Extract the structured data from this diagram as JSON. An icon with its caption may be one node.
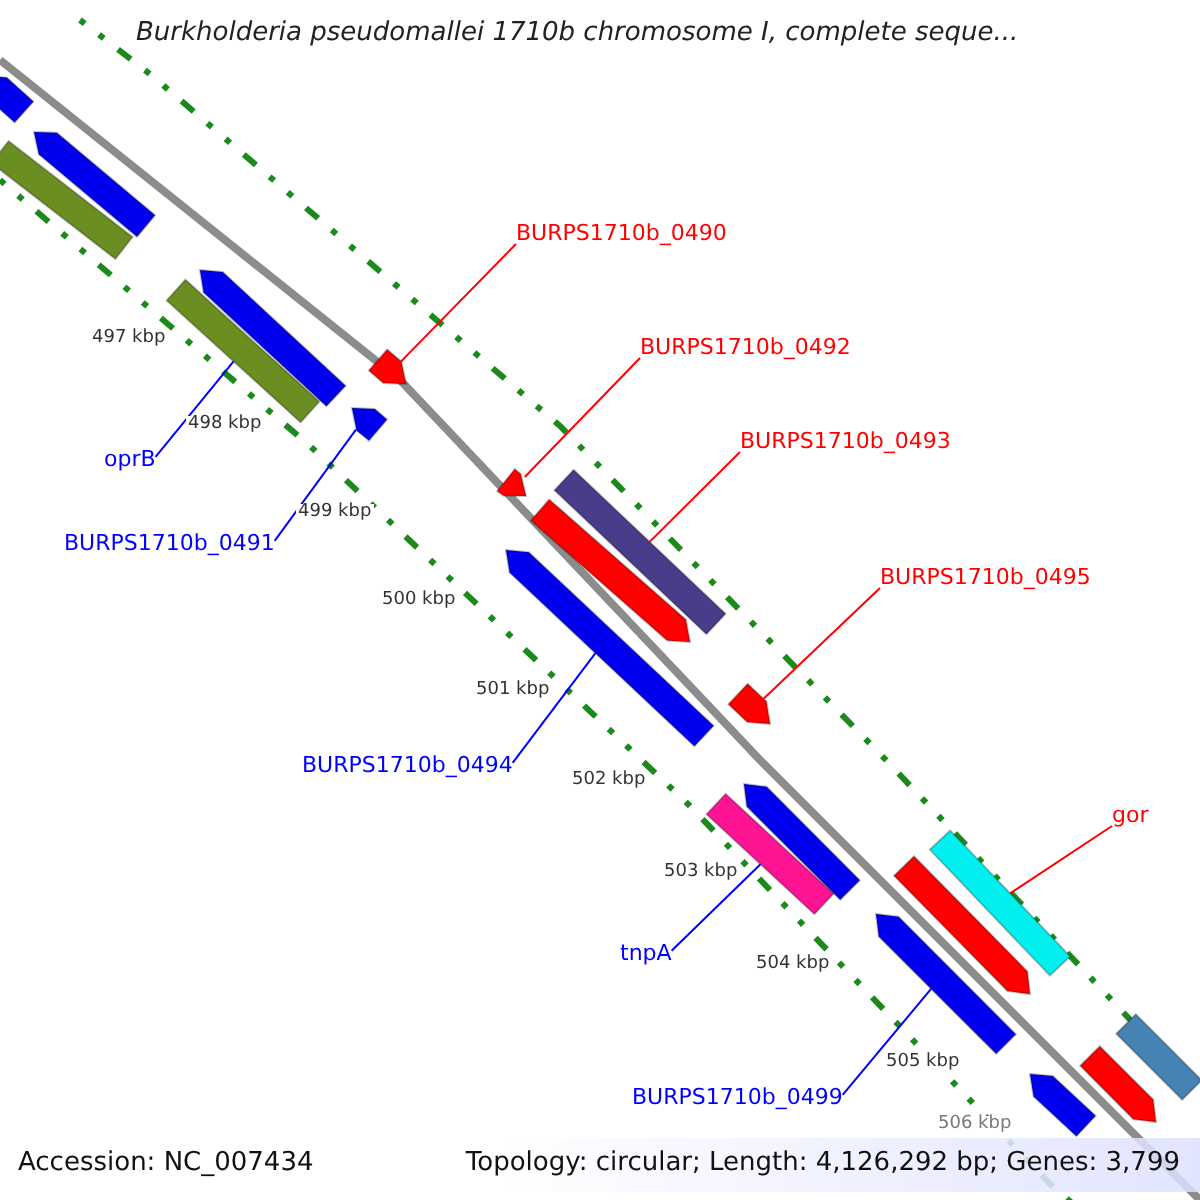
{
  "diagram": {
    "title": "Burkholderia pseudomallei 1710b chromosome I, complete seque...",
    "nodes": [
      {
        "text": [
          "BURPS1710b_0490"
        ]
      },
      {
        "text": [
          "BURPS1710b_0492"
        ]
      },
      {
        "text": [
          "BURPS1710b_0493"
        ]
      },
      {
        "text": [
          "BURPS1710b_0495"
        ]
      },
      {
        "text": [
          "gor"
        ]
      },
      {
        "text": [
          "oprB"
        ]
      },
      {
        "text": [
          "BURPS1710b_0491"
        ]
      },
      {
        "text": [
          "BURPS1710b_0494"
        ]
      },
      {
        "text": [
          "tnpA"
        ]
      },
      {
        "text": [
          "BURPS1710b_0499"
        ]
      },
      {
        "text": [],
        "shape": "arrow"
      },
      {
        "text": [],
        "shape": "arrow"
      },
      {
        "text": [],
        "shape": "bar"
      },
      {
        "text": [],
        "shape": "arrow"
      },
      {
        "text": [],
        "shape": "bar"
      },
      {
        "text": [],
        "shape": "bar"
      },
      {
        "text": [],
        "shape": "arrow"
      },
      {
        "text": [],
        "shape": "arrow"
      },
      {
        "text": [],
        "shape": "bar"
      },
      {
        "text": [],
        "shape": "arrow"
      },
      {
        "text": [],
        "shape": "arrow"
      },
      {
        "text": [],
        "shape": "arrow"
      },
      {
        "text": [],
        "shape": "bar"
      },
      {
        "text": [],
        "shape": "arrow"
      },
      {
        "text": [],
        "shape": "arrow"
      },
      {
        "text": [],
        "shape": "arrow"
      },
      {
        "text": [],
        "shape": "arrow"
      },
      {
        "text": [],
        "shape": "arrow"
      },
      {
        "text": [],
        "shape": "arrow"
      },
      {
        "text": [],
        "shape": "bar"
      }
    ],
    "edges": [
      {
        "from": 0,
        "to": 10,
        "arrow": "none",
        "color": "#ff0000"
      },
      {
        "from": 1,
        "to": 11,
        "arrow": "none",
        "color": "#ff0000"
      },
      {
        "from": 2,
        "to": 12,
        "arrow": "none",
        "color": "#ff0000"
      },
      {
        "from": 3,
        "to": 13,
        "arrow": "none",
        "color": "#ff0000"
      },
      {
        "from": 4,
        "to": 14,
        "arrow": "none",
        "color": "#ff0000"
      },
      {
        "from": 5,
        "to": 15,
        "arrow": "none",
        "color": "#0000ff"
      },
      {
        "from": 6,
        "to": 16,
        "arrow": "none",
        "color": "#0000ff"
      },
      {
        "from": 7,
        "to": 17,
        "arrow": "none",
        "color": "#0000ff"
      },
      {
        "from": 8,
        "to": 18,
        "arrow": "none",
        "color": "#0000ff"
      },
      {
        "from": 9,
        "to": 19,
        "arrow": "none",
        "color": "#0000ff"
      }
    ],
    "labels": [
      "497 kbp",
      "498 kbp",
      "499 kbp",
      "500 kbp",
      "501 kbp",
      "502 kbp",
      "503 kbp",
      "504 kbp",
      "505 kbp",
      "506 kbp",
      "Accession: NC_007434",
      "Topology: circular; Length: 4,126,292 bp; Genes: 3,799"
    ]
  }
}
